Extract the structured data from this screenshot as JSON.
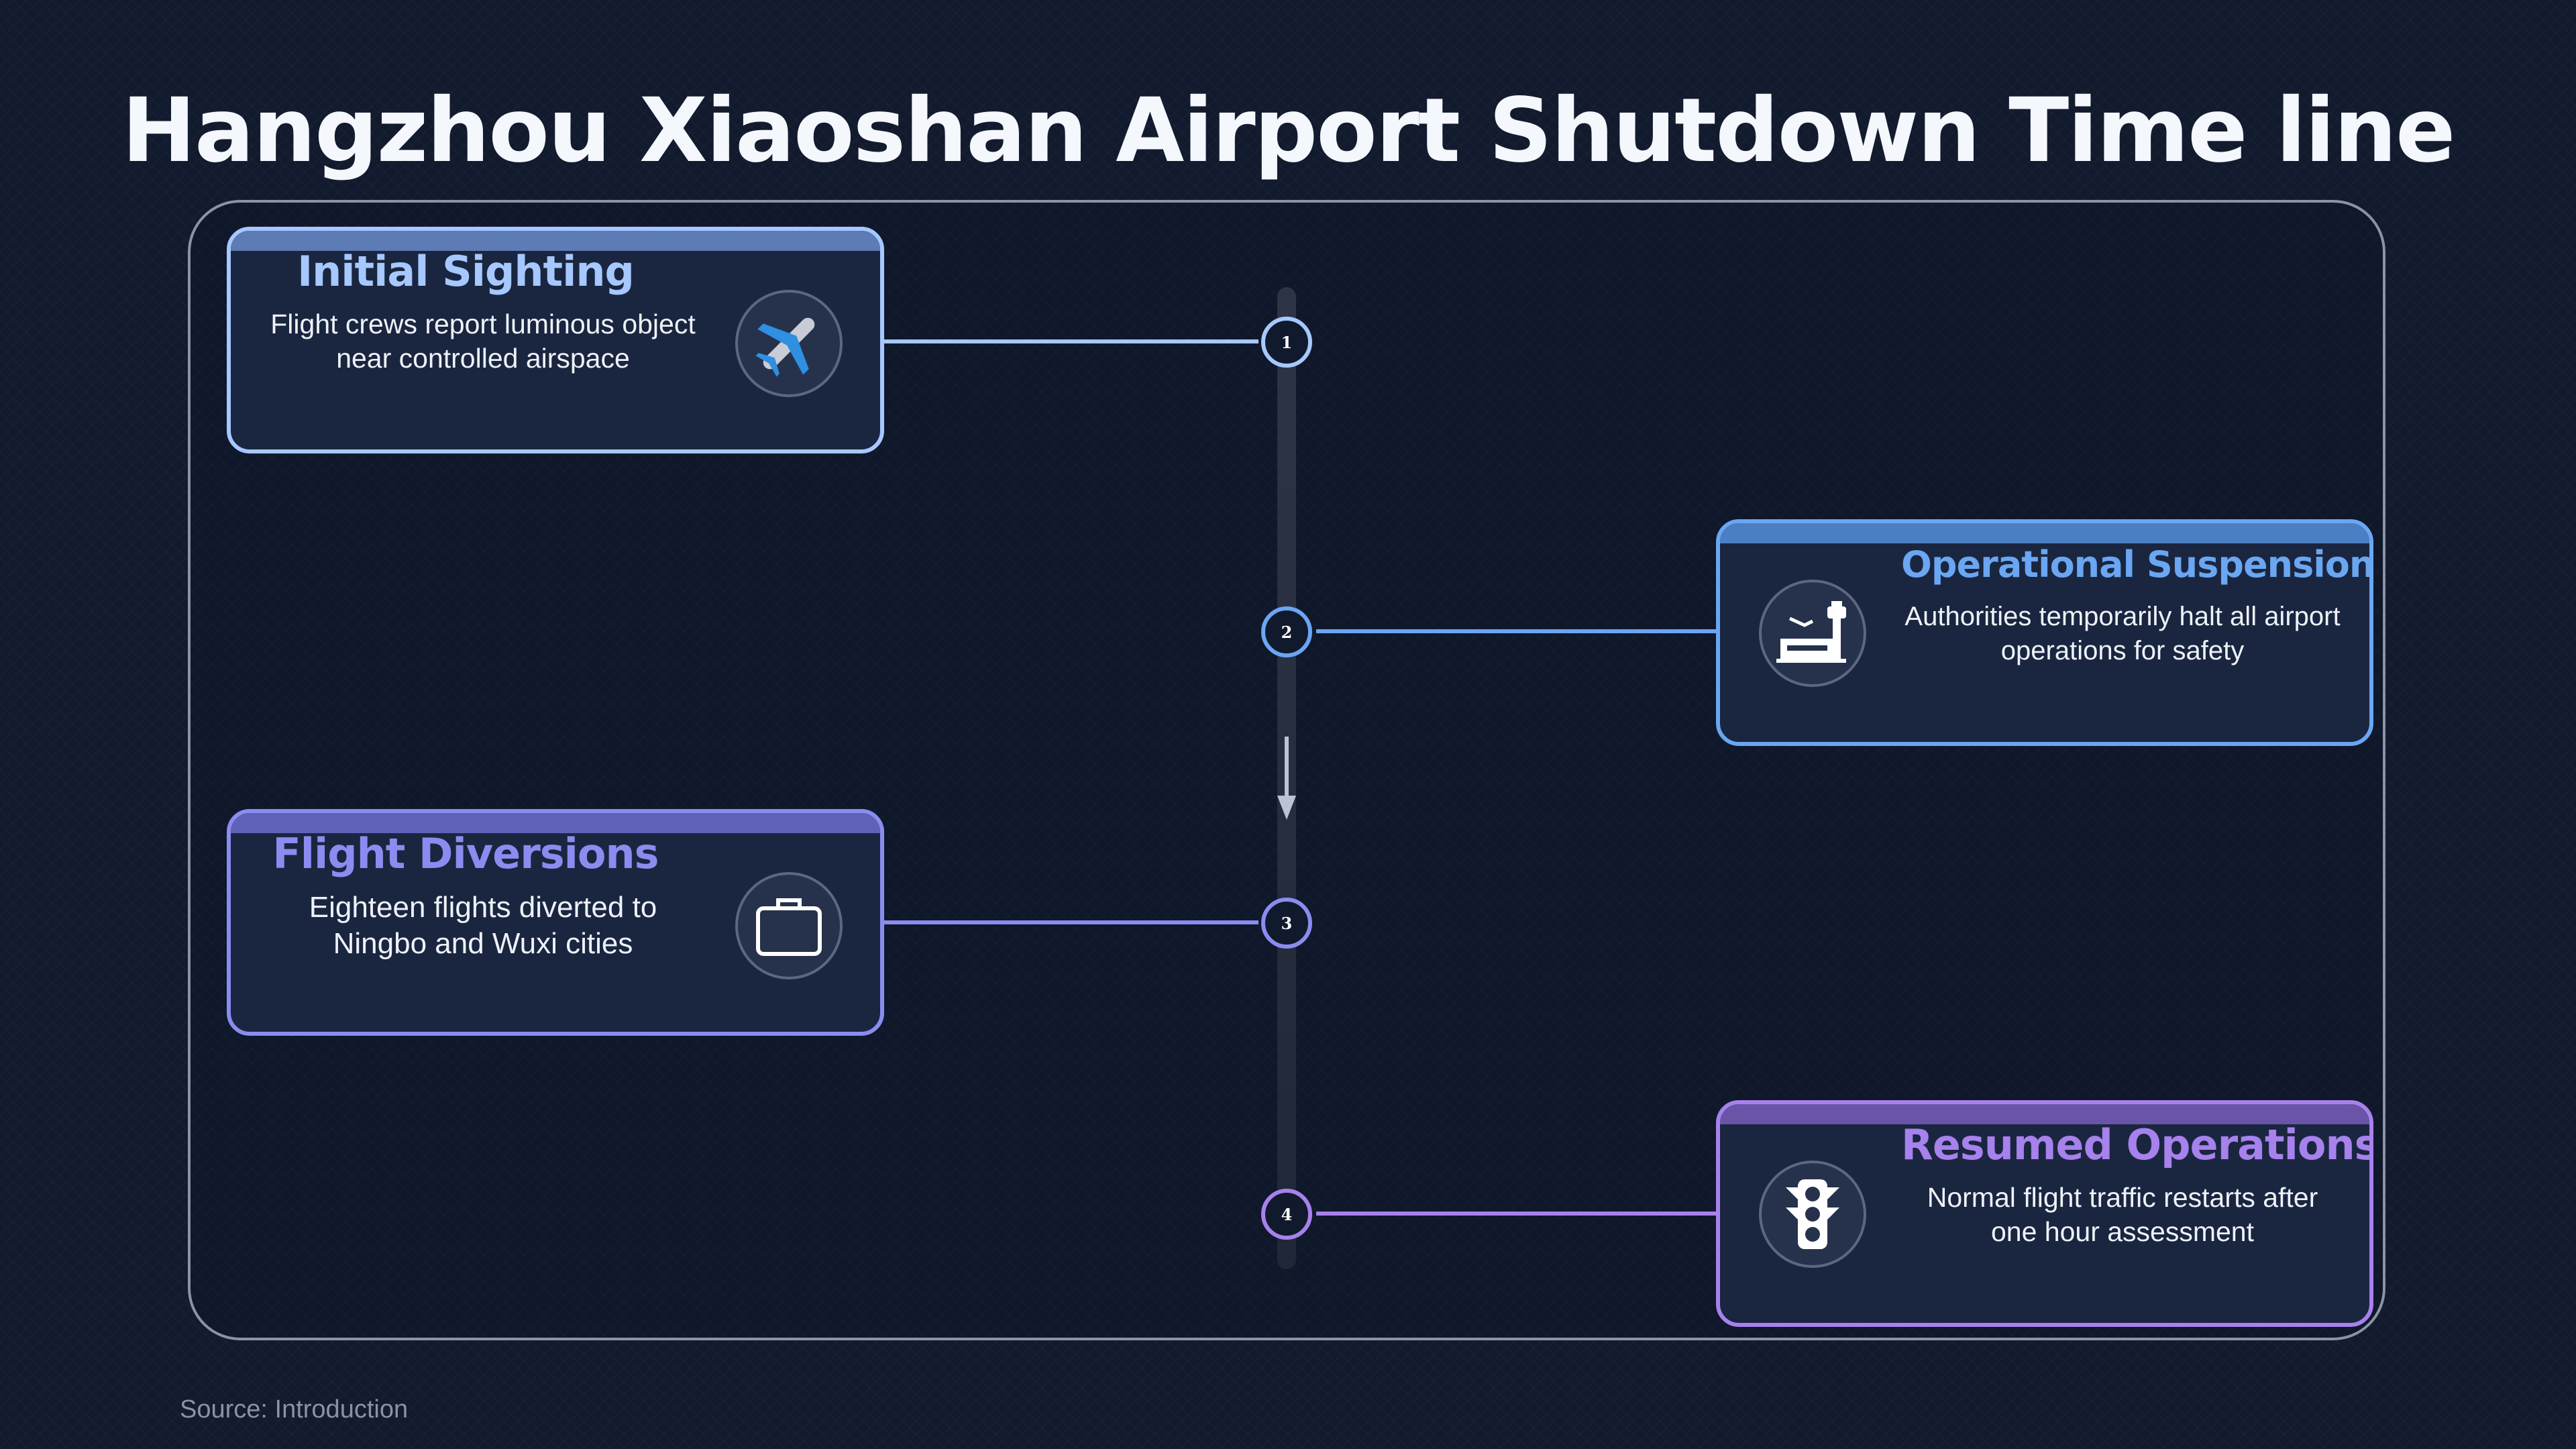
{
  "title": "Hangzhou Xiaoshan Airport Shutdown Time line",
  "source": "Source: Introduction",
  "events": [
    {
      "step": "1",
      "title": "Initial Sighting",
      "description": "Flight crews report luminous object near controlled airspace",
      "icon": "airplane-icon",
      "color": "#a6c8ff"
    },
    {
      "step": "2",
      "title": "Operational Suspension",
      "description": "Authorities temporarily halt all airport operations for safety",
      "icon": "control-tower-icon",
      "color": "#6aa6f2"
    },
    {
      "step": "3",
      "title": "Flight Diversions",
      "description": "Eighteen flights diverted to Ningbo and Wuxi cities",
      "icon": "briefcase-icon",
      "color": "#8a8cf0"
    },
    {
      "step": "4",
      "title": "Resumed Operations",
      "description": "Normal flight traffic restarts after one hour assessment",
      "icon": "traffic-light-icon",
      "color": "#a781ec"
    }
  ]
}
